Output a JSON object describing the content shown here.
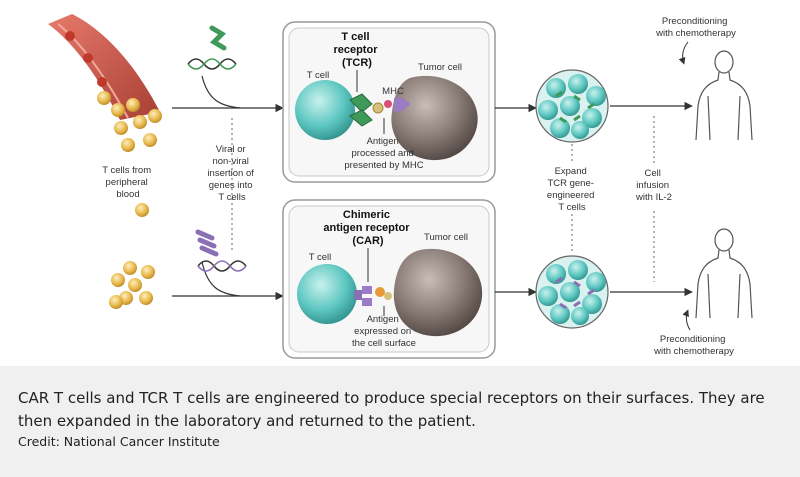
{
  "diagram": {
    "blood_label": [
      "T cells from",
      "peripheral",
      "blood"
    ],
    "insertion_label": [
      "Viral or",
      "non-viral",
      "insertion of",
      "genes into",
      "T cells"
    ],
    "tcr": {
      "title": [
        "T cell",
        "receptor",
        "(TCR)"
      ],
      "t_cell": "T cell",
      "tumor_cell": "Tumor cell",
      "mhc": "MHC",
      "antigen": [
        "Antigen",
        "processed and",
        "presented by MHC"
      ]
    },
    "car": {
      "title": [
        "Chimeric",
        "antigen receptor",
        "(CAR)"
      ],
      "t_cell": "T cell",
      "tumor_cell": "Tumor cell",
      "antigen": [
        "Antigen",
        "expressed on",
        "the cell surface"
      ]
    },
    "expand_label": [
      "Expand",
      "TCR gene-",
      "engineered",
      "T cells"
    ],
    "infusion_label": [
      "Cell",
      "infusion",
      "with IL-2"
    ],
    "preconditioning_top": [
      "Preconditioning",
      "with chemotherapy"
    ],
    "preconditioning_bottom": [
      "Preconditioning",
      "with chemotherapy"
    ],
    "colors": {
      "t_cell": "#5cc6c0",
      "tumor_cell": "#8a7c76",
      "blood_cell": "#e8b84a",
      "vessel": "#c0392b",
      "dna_green": "#3f9a5a",
      "dna_purple": "#8a6fb5"
    }
  },
  "caption": {
    "text": "CAR T cells and TCR T cells are engineered to produce special receptors on their surfaces. They are then expanded in the laboratory and returned to the patient.",
    "credit": "Credit: National Cancer Institute"
  }
}
